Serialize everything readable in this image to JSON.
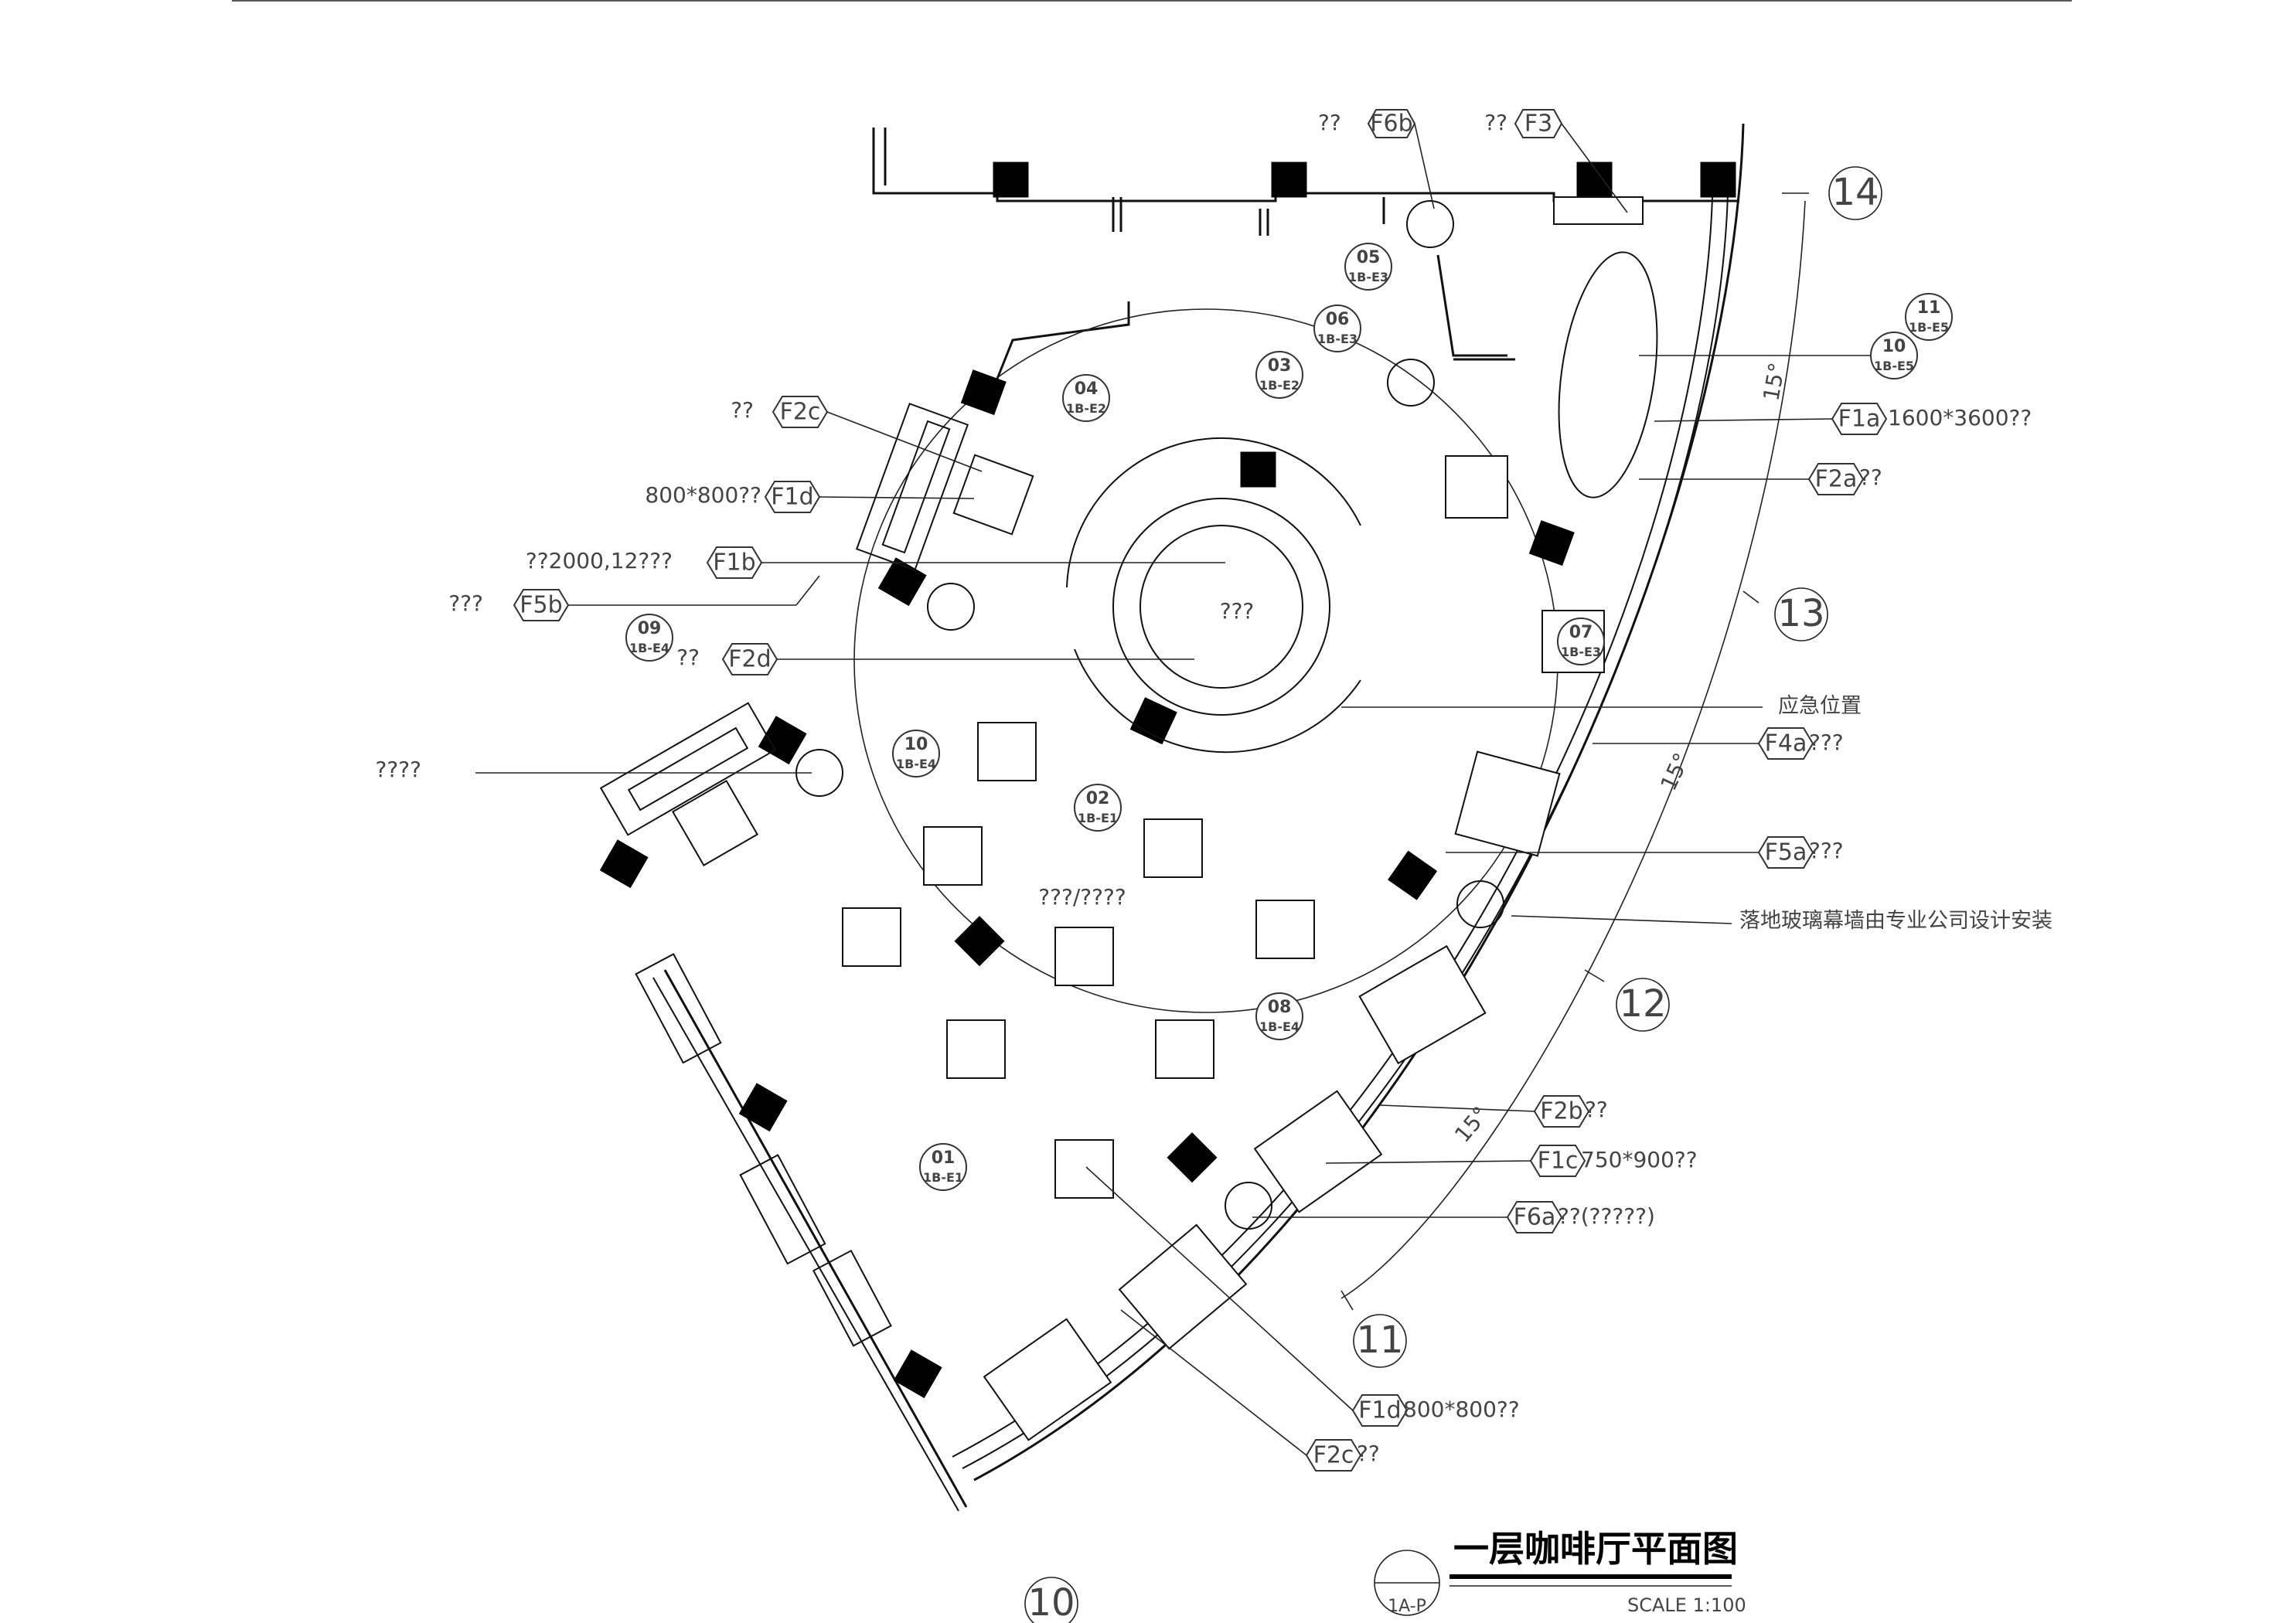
{
  "title": "一层咖啡厅平面图",
  "scale": "SCALE   1:100",
  "title_badge": "1A-P",
  "axes": [
    "14",
    "13",
    "12",
    "11",
    "10"
  ],
  "angle_label": "15°",
  "tags": [
    {
      "code": "F6b",
      "note": "??"
    },
    {
      "code": "F3",
      "note": "??"
    },
    {
      "code": "F2c",
      "note": "??"
    },
    {
      "code": "F1d",
      "note": "800*800??"
    },
    {
      "code": "F1b",
      "note": "??2000,12???"
    },
    {
      "code": "F5b",
      "note": "???"
    },
    {
      "code": "F2d",
      "note": "??"
    },
    {
      "code": "F1a",
      "note": "1600*3600??"
    },
    {
      "code": "F2a",
      "note": "??"
    },
    {
      "code": "F4a",
      "note": "???"
    },
    {
      "code": "F5a",
      "note": "???"
    },
    {
      "code": "F2b",
      "note": "??"
    },
    {
      "code": "F1c",
      "note": "750*900??"
    },
    {
      "code": "F6a",
      "note": "??(?????)"
    },
    {
      "code": "F1d",
      "note": "800*800??"
    },
    {
      "code": "F2c",
      "note": "??"
    }
  ],
  "markers": [
    {
      "num": "05",
      "ref": "1B-E3"
    },
    {
      "num": "06",
      "ref": "1B-E3"
    },
    {
      "num": "03",
      "ref": "1B-E2"
    },
    {
      "num": "04",
      "ref": "1B-E2"
    },
    {
      "num": "11",
      "ref": "1B-E5"
    },
    {
      "num": "10",
      "ref": "1B-E5"
    },
    {
      "num": "09",
      "ref": "1B-E4"
    },
    {
      "num": "07",
      "ref": "1B-E3"
    },
    {
      "num": "10",
      "ref": "1B-E4"
    },
    {
      "num": "02",
      "ref": "1B-E1"
    },
    {
      "num": "08",
      "ref": "1B-E4"
    },
    {
      "num": "01",
      "ref": "1B-E1"
    }
  ],
  "labels": {
    "round_table": "???",
    "hall": "???/????",
    "left_note": "????",
    "emergency": "应急位置",
    "curtain_wall": "落地玻璃幕墙由专业公司设计安装"
  }
}
